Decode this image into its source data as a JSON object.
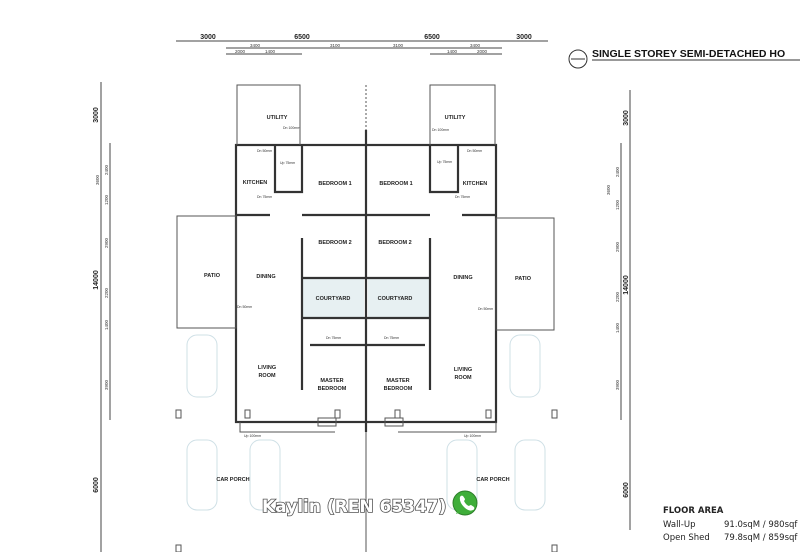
{
  "title": "SINGLE STOREY SEMI-DETACHED HO",
  "dimensions": {
    "top_main": [
      "3000",
      "6500",
      "6500",
      "3000"
    ],
    "top_sub1": [
      "3400",
      "3100",
      "3100",
      "3400"
    ],
    "top_sub2": [
      "2000",
      "1400",
      "1400",
      "2000"
    ],
    "side_main": [
      "3000",
      "14000",
      "6000"
    ],
    "side_sub1": [
      "3600",
      "2900",
      "2200",
      "1400",
      "3900"
    ],
    "side_sub2": [
      "2400",
      "1200"
    ]
  },
  "rooms": {
    "utility": "UTILITY",
    "kitchen": "KITCHEN",
    "bedroom1": "BEDROOM 1",
    "bedroom2": "BEDROOM 2",
    "dining": "DINING",
    "patio": "PATIO",
    "courtyard": "COURTYARD",
    "living_1": "LIVING",
    "living_2": "ROOM",
    "master_1": "MASTER",
    "master_2": "BEDROOM",
    "car_porch": "CAR PORCH"
  },
  "level_notes": {
    "dn100": "Dn 100mm",
    "dn50": "Dn 50mm",
    "dn75": "Dn 75mm",
    "up75": "Up 75mm",
    "up100": "Up 100mm"
  },
  "floor_area": {
    "heading": "FLOOR AREA",
    "rows": [
      {
        "label": "Wall-Up",
        "value": "91.0sqM / 980sqf"
      },
      {
        "label": "Open Shed",
        "value": "79.8sqM / 859sqf"
      }
    ]
  },
  "watermark": {
    "text": "Kaylin (REN 65347)",
    "icon": "whatsapp-icon",
    "icon_color": "#3fae3a"
  }
}
